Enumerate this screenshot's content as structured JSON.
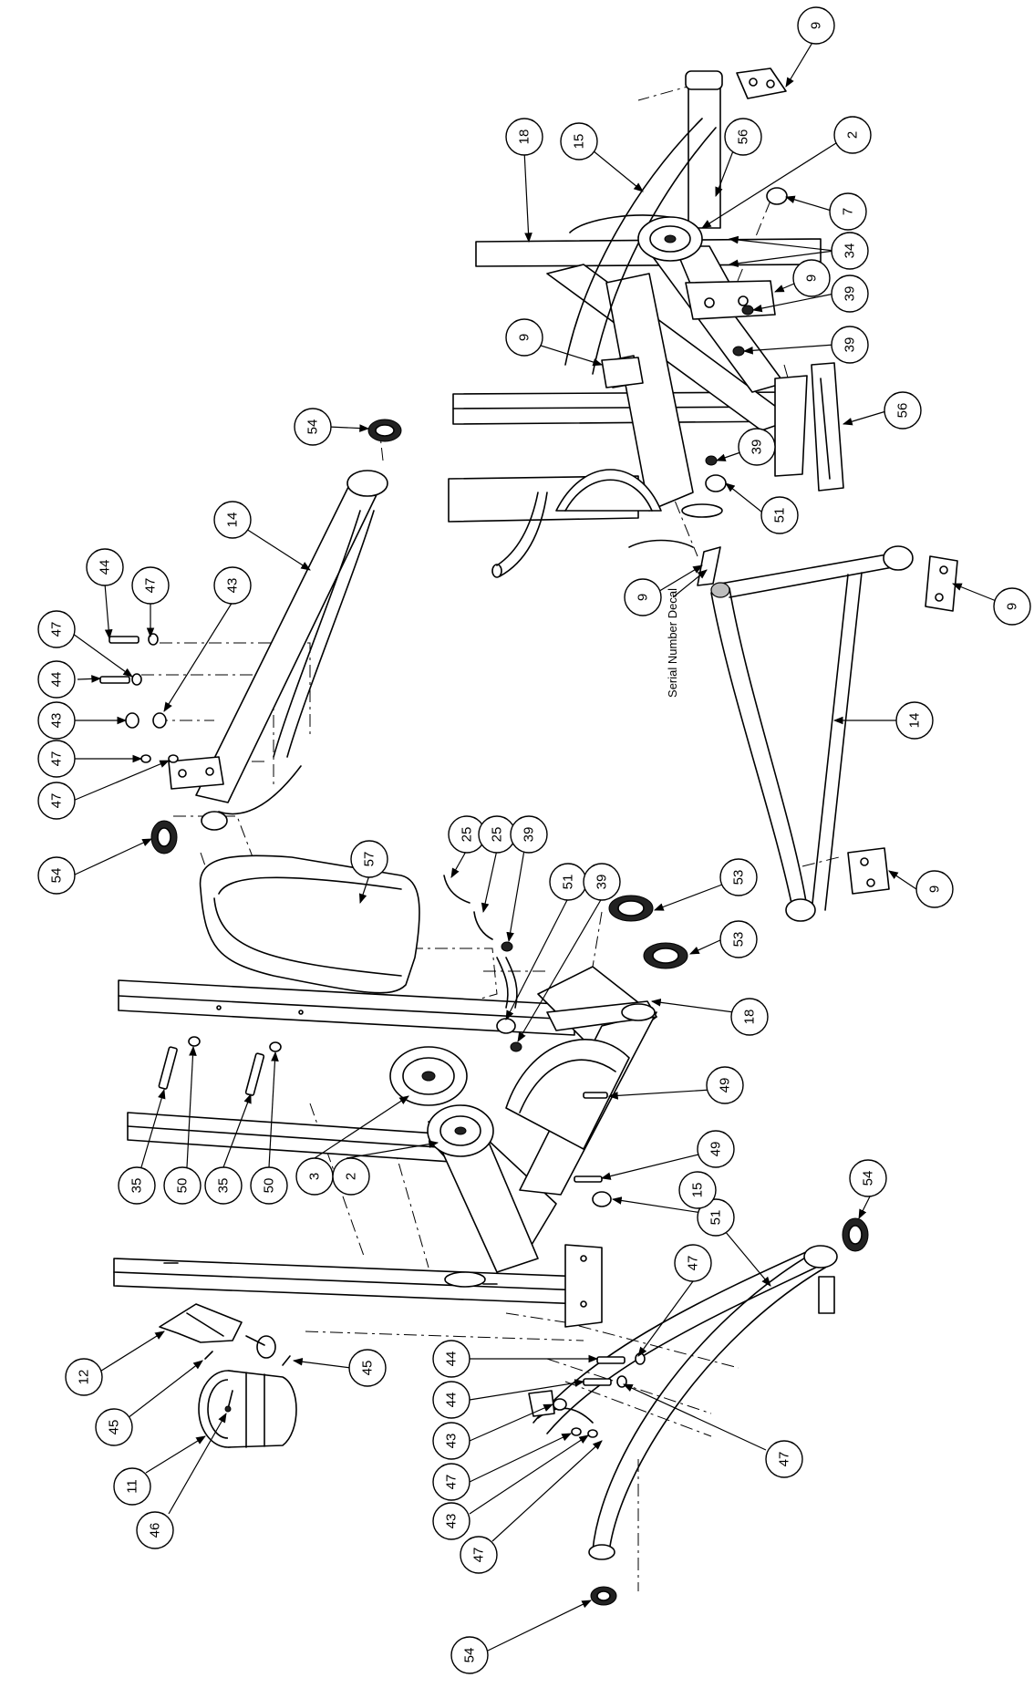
{
  "diagram": {
    "callouts": [
      "9",
      "18",
      "15",
      "56",
      "2",
      "7",
      "34",
      "9",
      "39",
      "39",
      "9",
      "56",
      "39",
      "51",
      "9",
      "54",
      "14",
      "9",
      "14",
      "44",
      "47",
      "43",
      "47",
      "44",
      "43",
      "47",
      "47",
      "54",
      "57",
      "25",
      "25",
      "39",
      "51",
      "39",
      "53",
      "53",
      "9",
      "18",
      "49",
      "49",
      "51",
      "35",
      "50",
      "35",
      "50",
      "3",
      "2",
      "54",
      "15",
      "12",
      "45",
      "45",
      "11",
      "46",
      "44",
      "47",
      "44",
      "47",
      "43",
      "47",
      "43",
      "47",
      "54"
    ],
    "annotation": "Serial Number Decal"
  }
}
